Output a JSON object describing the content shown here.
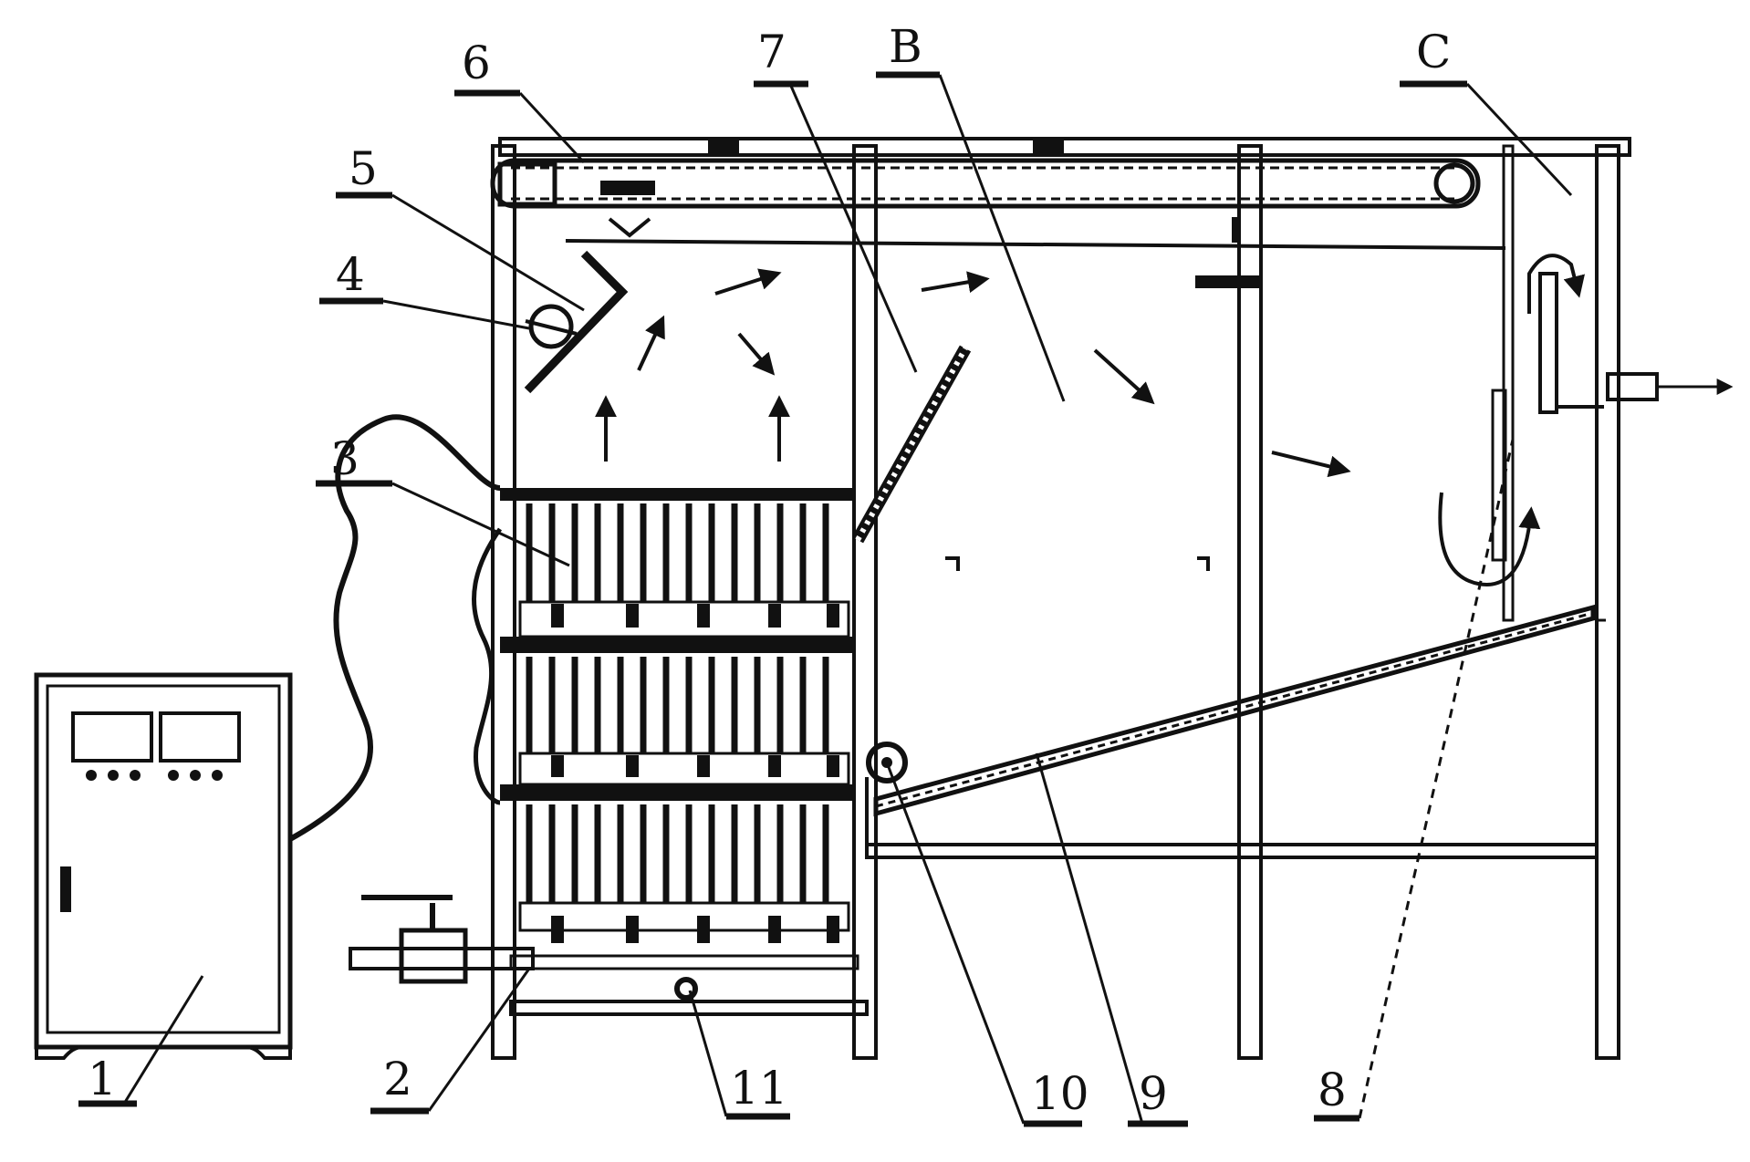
{
  "labels": {
    "l1": "1",
    "l2": "2",
    "l3": "3",
    "l4": "4",
    "l5": "5",
    "l6": "6",
    "l7": "7",
    "l8": "8",
    "l9": "9",
    "l10": "10",
    "l11": "11",
    "lB": "B",
    "lC": "C"
  }
}
